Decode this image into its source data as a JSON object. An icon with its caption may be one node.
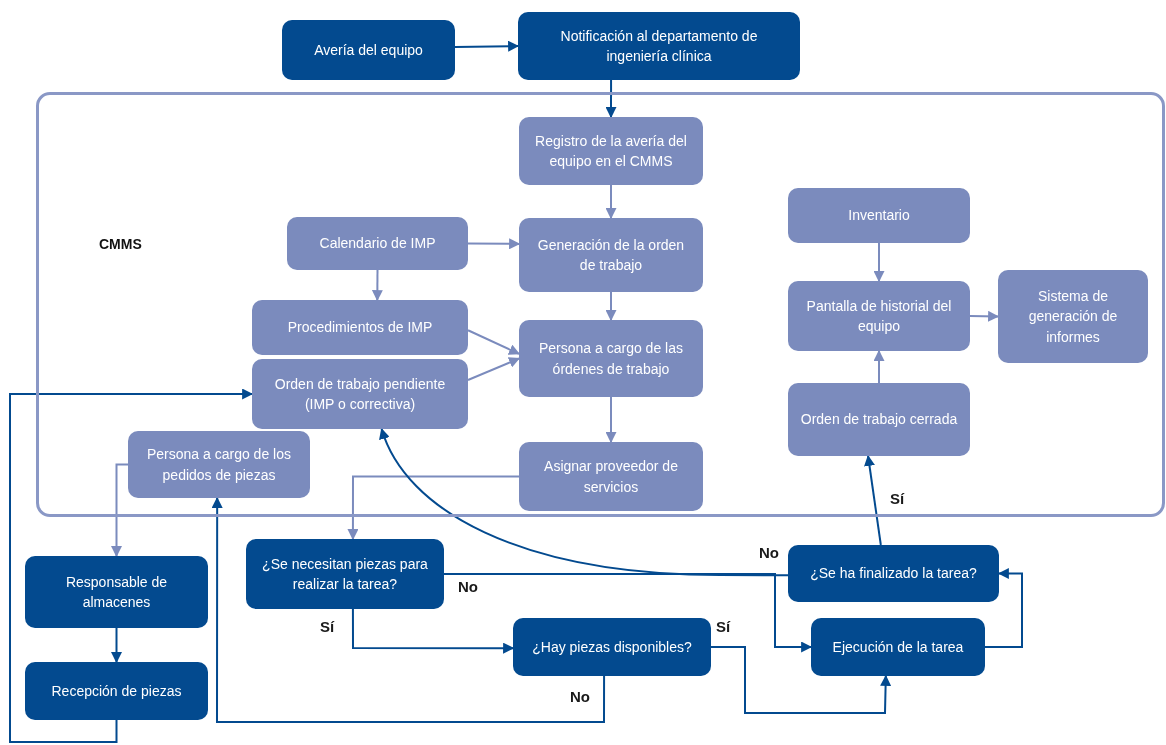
{
  "diagram": {
    "nodes": [
      {
        "text": [
          "Avería del equipo"
        ]
      },
      {
        "text": [
          "Notificación al departamento de ingeniería clínica"
        ]
      },
      {
        "text": [
          "CMMS"
        ]
      },
      {
        "text": [
          "Registro de la avería del equipo en el CMMS"
        ],
        "in": 2
      },
      {
        "text": [
          "Calendario de IMP"
        ],
        "in": 2
      },
      {
        "text": [
          "Generación de la orden de trabajo"
        ],
        "in": 2
      },
      {
        "text": [
          "Inventario"
        ],
        "in": 2
      },
      {
        "text": [
          "Procedimientos de IMP"
        ],
        "in": 2
      },
      {
        "text": [
          "Persona a cargo de las órdenes de trabajo"
        ],
        "in": 2
      },
      {
        "text": [
          "Pantalla de historial del equipo"
        ],
        "in": 2
      },
      {
        "text": [
          "Sistema de generación de informes"
        ],
        "in": 2
      },
      {
        "text": [
          "Orden de trabajo pendiente (IMP o correctiva)"
        ],
        "in": 2
      },
      {
        "text": [
          "Orden de trabajo cerrada"
        ],
        "in": 2
      },
      {
        "text": [
          "Persona a cargo de los pedidos de piezas"
        ],
        "in": 2
      },
      {
        "text": [
          "Asignar proveedor de servicios"
        ],
        "in": 2
      },
      {
        "text": [
          "¿Se necesitan piezas para realizar la tarea?"
        ]
      },
      {
        "text": [
          "¿Se ha finalizado la tarea?"
        ]
      },
      {
        "text": [
          "Responsable de almacenes"
        ]
      },
      {
        "text": [
          "¿Hay piezas disponibles?"
        ]
      },
      {
        "text": [
          "Ejecución de la tarea"
        ]
      },
      {
        "text": [
          "Recepción de piezas"
        ]
      }
    ],
    "edges": [
      {
        "from": 0,
        "to": 1,
        "arrow": "to",
        "color": "#034a8f"
      },
      {
        "from": 1,
        "to": 3,
        "arrow": "to",
        "color": "#034a8f"
      },
      {
        "from": 3,
        "to": 5,
        "arrow": "to"
      },
      {
        "from": 4,
        "to": 5,
        "arrow": "to"
      },
      {
        "from": 4,
        "to": 7,
        "arrow": "to"
      },
      {
        "from": 5,
        "to": 8,
        "arrow": "to"
      },
      {
        "from": 7,
        "to": 8,
        "arrow": "to"
      },
      {
        "from": 11,
        "to": 8,
        "arrow": "to"
      },
      {
        "from": 8,
        "to": 14,
        "arrow": "to"
      },
      {
        "from": 6,
        "to": 9,
        "arrow": "to"
      },
      {
        "from": 9,
        "to": 10,
        "arrow": "to"
      },
      {
        "from": 12,
        "to": 9,
        "arrow": "to"
      },
      {
        "from": 14,
        "to": 15,
        "arrow": "to"
      },
      {
        "from": 15,
        "to": 18,
        "arrow": "to",
        "label": "Sí",
        "color": "#034a8f"
      },
      {
        "from": 15,
        "to": 19,
        "arrow": "to",
        "label": "No",
        "color": "#034a8f"
      },
      {
        "from": 16,
        "to": 11,
        "arrow": "to",
        "label": "No",
        "color": "#034a8f"
      },
      {
        "from": 19,
        "to": 16,
        "arrow": "to",
        "color": "#034a8f"
      },
      {
        "from": 16,
        "to": 12,
        "arrow": "to",
        "label": "Sí",
        "color": "#034a8f"
      },
      {
        "from": 18,
        "to": 19,
        "arrow": "to",
        "label": "Sí",
        "color": "#034a8f"
      },
      {
        "from": 18,
        "to": 13,
        "arrow": "to",
        "label": "No",
        "color": "#034a8f"
      },
      {
        "from": 13,
        "to": 17,
        "arrow": "to"
      },
      {
        "from": 17,
        "to": 20,
        "arrow": "to",
        "color": "#034a8f"
      },
      {
        "from": 20,
        "to": 11,
        "arrow": "to",
        "color": "#034a8f"
      }
    ]
  }
}
